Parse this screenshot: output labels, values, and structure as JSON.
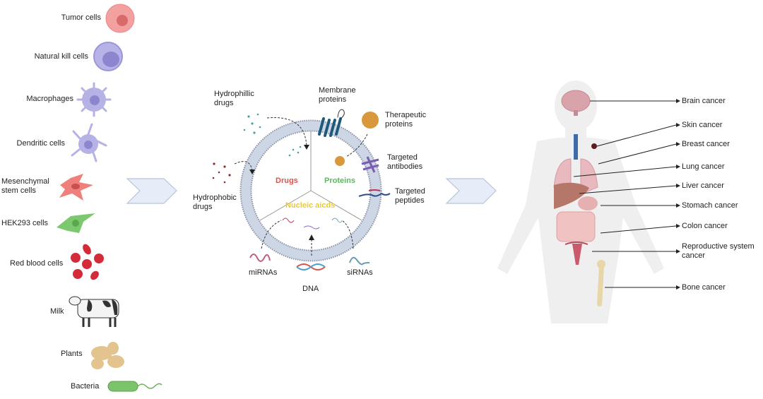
{
  "sources": {
    "items": [
      {
        "label": "Tumor cells",
        "icon": "tumor-cell-icon"
      },
      {
        "label": "Natural kill cells",
        "icon": "nk-cell-icon"
      },
      {
        "label": "Macrophages",
        "icon": "macrophage-icon"
      },
      {
        "label": "Dendritic cells",
        "icon": "dendritic-cell-icon"
      },
      {
        "label": "Mesenchymal\nstem cells",
        "line1": "Mesenchymal",
        "line2": "stem cells",
        "icon": "stem-cell-icon"
      },
      {
        "label": "HEK293 cells",
        "icon": "hek293-cell-icon"
      },
      {
        "label": "Red blood cells",
        "icon": "red-blood-cells-icon"
      },
      {
        "label": "Milk",
        "icon": "cow-icon"
      },
      {
        "label": "Plants",
        "icon": "plant-icon"
      },
      {
        "label": "Bacteria",
        "icon": "bacteria-icon"
      }
    ]
  },
  "vesicle": {
    "categories": {
      "drugs": "Drugs",
      "proteins": "Proteins",
      "nucleic": "Nucleic aicds"
    },
    "colors": {
      "drugs": "#d9534f",
      "proteins": "#5cb85c",
      "nucleic": "#e8c93a",
      "membrane": "#c9d4e6"
    },
    "cargo": {
      "hydrophilic": [
        "Hydrophillic",
        "drugs"
      ],
      "hydrophobic": [
        "Hydrophobic",
        "drugs"
      ],
      "membrane_proteins": [
        "Membrane",
        "proteins"
      ],
      "therapeutic_proteins": [
        "Therapeutic",
        "proteins"
      ],
      "targeted_antibodies": [
        "Targeted",
        "antibodies"
      ],
      "targeted_peptides": [
        "Targeted",
        "peptides"
      ],
      "mirnas": "miRNAs",
      "dna": "DNA",
      "sirnas": "siRNAs"
    }
  },
  "cancers": {
    "items": [
      {
        "label": "Brain cancer"
      },
      {
        "label": "Skin cancer"
      },
      {
        "label": "Breast cancer"
      },
      {
        "label": "Lung cancer"
      },
      {
        "label": "Liver cancer"
      },
      {
        "label": "Stomach cancer"
      },
      {
        "label": "Colon cancer"
      },
      {
        "line1": "Reproductive system",
        "line2": "cancer"
      },
      {
        "label": "Bone cancer"
      }
    ]
  }
}
